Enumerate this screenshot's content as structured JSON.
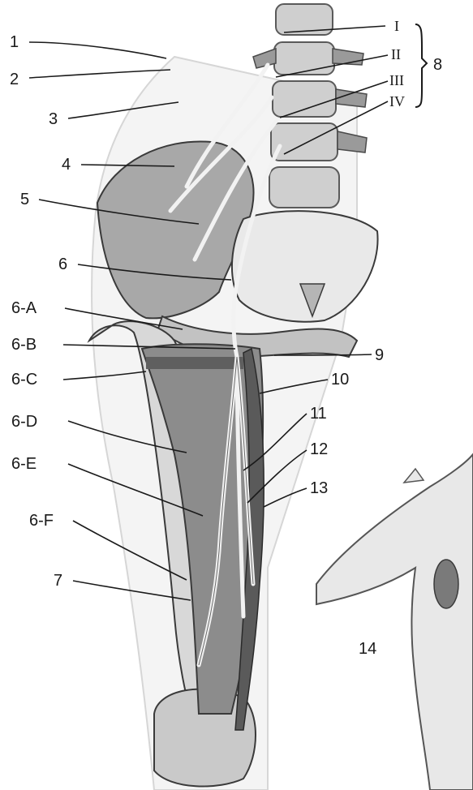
{
  "labels": {
    "l1": "1",
    "l2": "2",
    "l3": "3",
    "l4": "4",
    "l5": "5",
    "l6": "6",
    "l6a": "6-A",
    "l6b": "6-B",
    "l6c": "6-C",
    "l6d": "6-D",
    "l6e": "6-E",
    "l6f": "6-F",
    "l7": "7",
    "l8": "8",
    "l9": "9",
    "l10": "10",
    "l11": "11",
    "l12": "12",
    "l13": "13",
    "l14": "14",
    "rI": "I",
    "rII": "II",
    "rIII": "III",
    "rIV": "IV"
  },
  "colors": {
    "ink": "#1a1a1a",
    "bone": "#d9d9d9",
    "muscle": "#8c8c8c",
    "dark": "#4a4a4a",
    "nerve": "#f2f2f2",
    "skin": "#e6e6e6",
    "spot": "#7a7a7a"
  }
}
